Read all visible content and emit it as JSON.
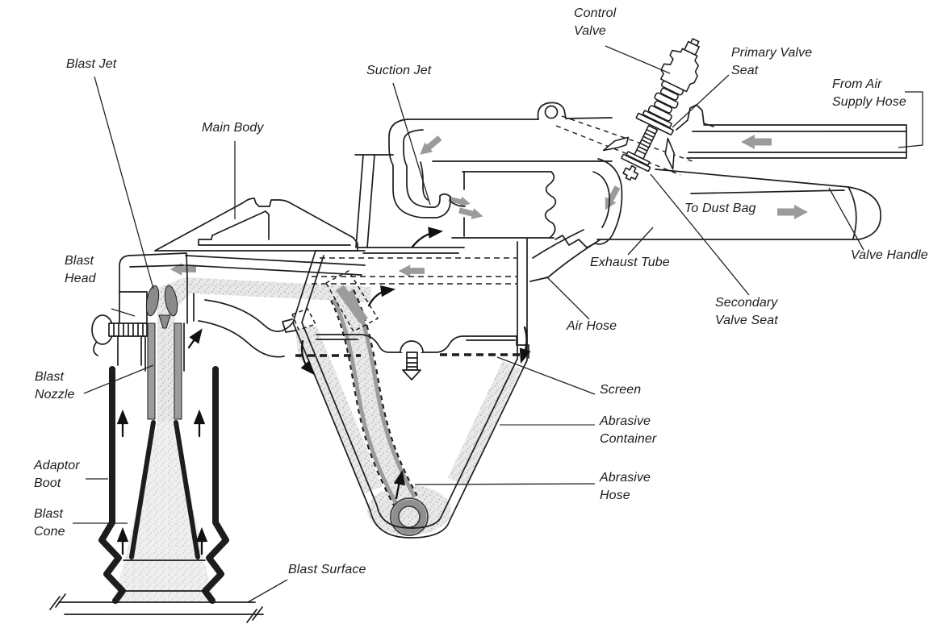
{
  "diagram": {
    "type": "technical-cutaway",
    "subject": "Suction-type abrasive blast gun cross-section with abrasive container",
    "labels": {
      "control_valve": "Control\nValve",
      "primary_valve_seat": "Primary Valve\nSeat",
      "from_air_supply_hose": "From Air\nSupply Hose",
      "suction_jet": "Suction Jet",
      "main_body": "Main Body",
      "blast_jet": "Blast Jet",
      "blast_head": "Blast\nHead",
      "blast_nozzle": "Blast\nNozzle",
      "adaptor_boot": "Adaptor\nBoot",
      "blast_cone": "Blast\nCone",
      "blast_surface": "Blast Surface",
      "to_dust_bag": "To Dust Bag",
      "valve_handle": "Valve Handle",
      "exhaust_tube": "Exhaust Tube",
      "secondary_valve_seat": "Secondary\nValve Seat",
      "air_hose": "Air Hose",
      "screen": "Screen",
      "abrasive_container": "Abrasive\nContainer",
      "abrasive_hose": "Abrasive\nHose"
    },
    "flow_arrows": [
      "air-in-from-supply-hose-left",
      "air-down-into-suction-jet",
      "air-into-mixing-chamber-right",
      "exhaust-down-exhaust-tube",
      "exhaust-right-to-dust-bag",
      "abrasive-left-into-blast-head",
      "suction-left-along-container-top",
      "abrasive-up-through-abrasive-hose",
      "air-up-past-blast-nozzle",
      "air-up-through-boot-gaps"
    ],
    "colors": {
      "line": "#1d1d1d",
      "flow_arrow": "#9b9b9b",
      "abrasive_stipple": "#d6d6d6",
      "hose_wall": "#9c9c9c",
      "background": "#ffffff",
      "text": "#1c1c1c"
    }
  }
}
